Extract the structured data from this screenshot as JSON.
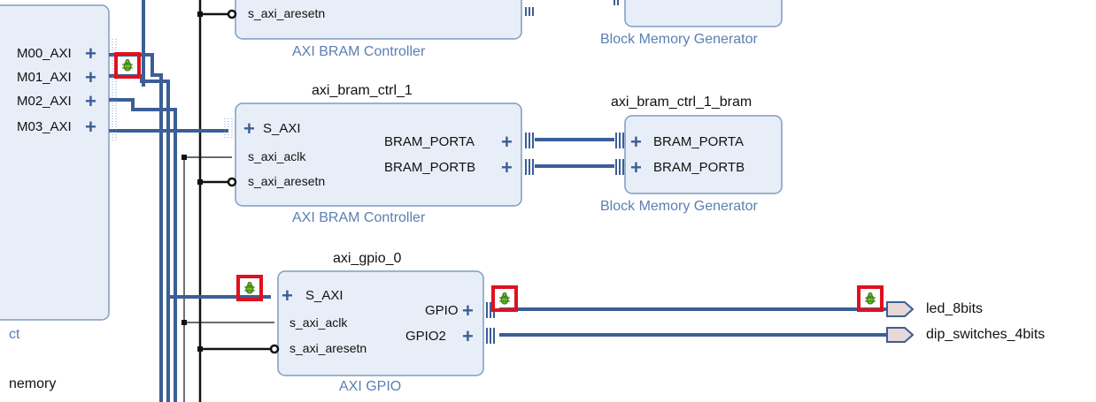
{
  "colors": {
    "bus": "#3b5e97",
    "block_fill": "#e8eef7",
    "block_stroke": "#7f9cc4",
    "subtitle": "#5b7fb3",
    "marker": "#e0101e",
    "bug": "#6cc02b"
  },
  "interconnect": {
    "ports": [
      "M00_AXI",
      "M01_AXI",
      "M02_AXI",
      "M03_AXI"
    ],
    "caption_partial": "ct"
  },
  "bram_ctrl_0": {
    "port_partial": "s_axi_aresetn",
    "subtitle": "AXI BRAM Controller"
  },
  "bram_gen_0": {
    "subtitle": "Block Memory Generator"
  },
  "bram_ctrl_1": {
    "title": "axi_bram_ctrl_1",
    "inputs": [
      "S_AXI",
      "s_axi_aclk",
      "s_axi_aresetn"
    ],
    "outputs": [
      "BRAM_PORTA",
      "BRAM_PORTB"
    ],
    "subtitle": "AXI BRAM Controller"
  },
  "bram_gen_1": {
    "title": "axi_bram_ctrl_1_bram",
    "ports": [
      "BRAM_PORTA",
      "BRAM_PORTB"
    ],
    "subtitle": "Block Memory Generator"
  },
  "gpio": {
    "title": "axi_gpio_0",
    "inputs": [
      "S_AXI",
      "s_axi_aclk",
      "s_axi_aresetn"
    ],
    "outputs": [
      "GPIO",
      "GPIO2"
    ],
    "subtitle": "AXI GPIO"
  },
  "external_ports": [
    "led_8bits",
    "dip_switches_4bits"
  ],
  "bottom_partial": "nemory",
  "debug_markers": [
    "debug-marker-m01",
    "debug-marker-gpio-s-axi",
    "debug-marker-gpio-out",
    "debug-marker-led"
  ]
}
